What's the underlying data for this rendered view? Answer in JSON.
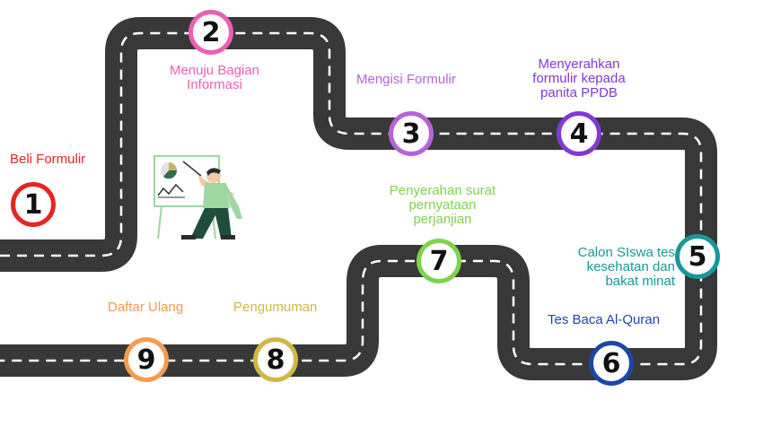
{
  "steps": [
    {
      "number": "1",
      "label": "Beli Formulir",
      "color": "#e52521"
    },
    {
      "number": "2",
      "label": "Menuju Bagian\nInformasi",
      "color": "#ec5fb2"
    },
    {
      "number": "3",
      "label": "Mengisi Formulir",
      "color": "#b564d8"
    },
    {
      "number": "4",
      "label": "Menyerahkan\nformulir kepada\npanita PPDB",
      "color": "#8139d4"
    },
    {
      "number": "5",
      "label": "Calon SIswa tes\nkesehatan dan\nbakat minat",
      "color": "#17999a"
    },
    {
      "number": "6",
      "label": "Tes Baca Al-Quran",
      "color": "#1d46a8"
    },
    {
      "number": "7",
      "label": "Penyerahan surat\npernyataan\nperjanjian",
      "color": "#7dd34f"
    },
    {
      "number": "8",
      "label": "Pengumuman",
      "color": "#d1b746"
    },
    {
      "number": "9",
      "label": "Daftar Ulang",
      "color": "#f69a4d"
    }
  ],
  "road_color": "#383838",
  "illustration": "presenter-with-chart-board"
}
